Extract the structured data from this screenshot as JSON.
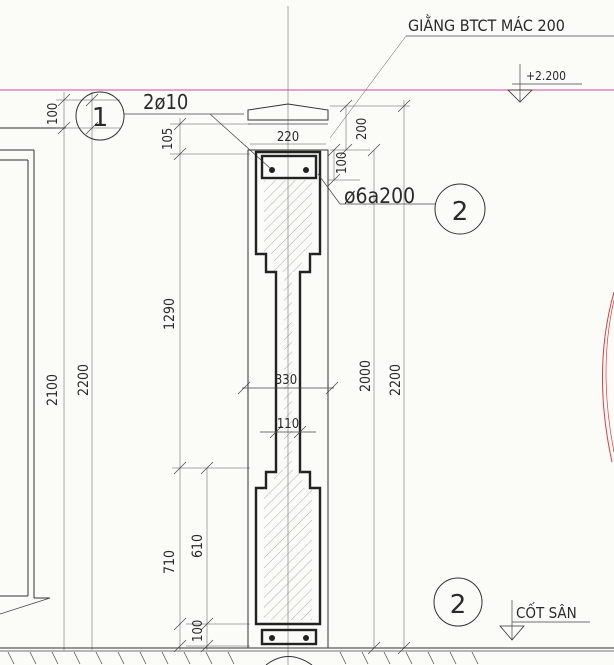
{
  "title": "GIẰNG BTCT MÁC 200",
  "level_top": "+2.200",
  "ground_label": "CỐT SÂN",
  "callouts": {
    "bubble_1": "1",
    "bubble_2_upper": "2",
    "bubble_2_lower": "2"
  },
  "rebar": {
    "main_bars": "2ø10",
    "stirrups": "ø6a200"
  },
  "dims": {
    "d_100_top_left": "100",
    "d_105": "105",
    "d_1290": "1290",
    "d_710": "710",
    "d_610": "610",
    "d_100_bottom": "100",
    "d_2100": "2100",
    "d_2200_left": "2200",
    "d_220": "220",
    "d_200": "200",
    "d_100_right": "100",
    "d_330": "330",
    "d_110": "110",
    "d_2000": "2000",
    "d_2200_right": "2200"
  },
  "colors": {
    "line": "#333333",
    "level_line": "#d9449a",
    "red_arc": "#e23b3b",
    "paper": "#fbfbf8"
  }
}
